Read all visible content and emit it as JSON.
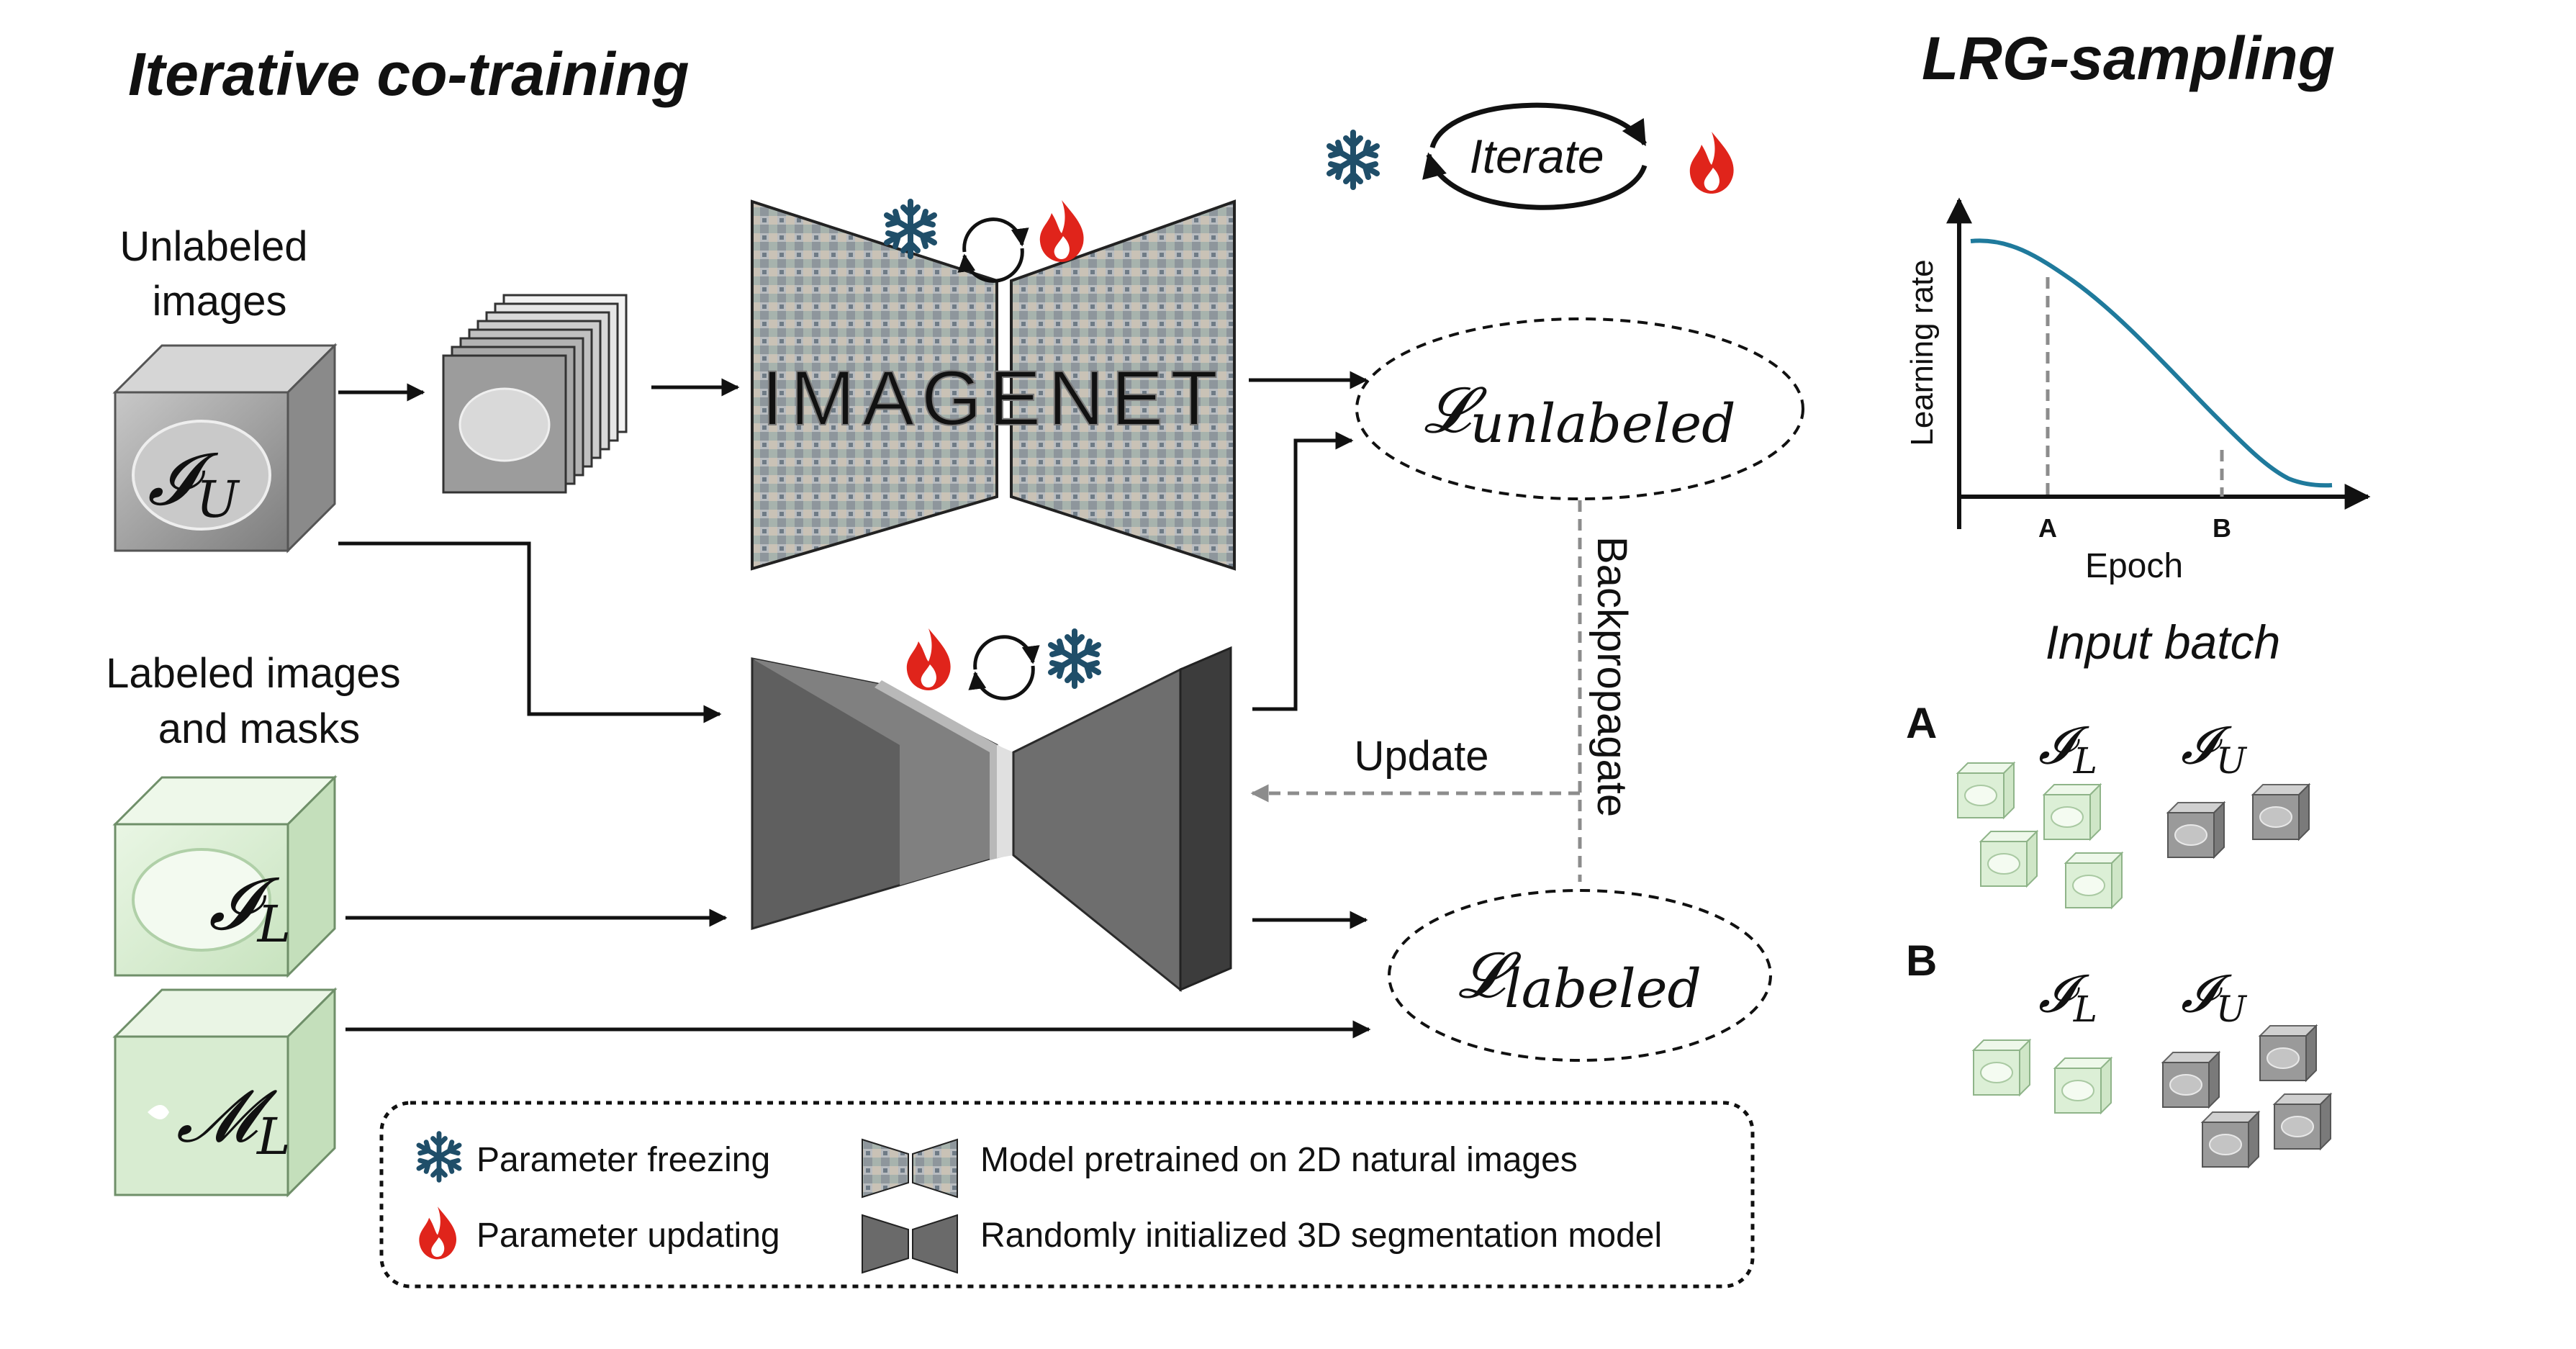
{
  "diagram": {
    "title_left": "Iterative co-training",
    "title_right": "LRG-sampling",
    "unlabeled_label_line1": "Unlabeled",
    "unlabeled_label_line2": "images",
    "labeled_label_line1": "Labeled images",
    "labeled_label_line2": "and masks",
    "iu_symbol": "𝓘",
    "iu_sub": "U",
    "il_symbol": "𝓘",
    "il_sub": "L",
    "ml_symbol": "𝓜",
    "ml_sub": "L",
    "iterate_label": "Iterate",
    "loss_symbol": "𝓛",
    "loss_unlabeled_sub": "unlabeled",
    "loss_labeled_sub": "labeled",
    "backpropagate_label": "Backpropagate",
    "update_label": "Update",
    "imagenet_text": "IMAGENET",
    "legend": {
      "freezing": "Parameter freezing",
      "updating": "Parameter updating",
      "pretrained": "Model pretrained on 2D natural images",
      "random_init": "Randomly initialized 3D segmentation model"
    },
    "lr_chart": {
      "ylabel": "Learning rate",
      "xlabel": "Epoch",
      "tick_a": "A",
      "tick_b": "B"
    },
    "input_batch_label": "Input batch",
    "batch_a": "A",
    "batch_b": "B",
    "colors": {
      "snowflake": "#1f4e69",
      "flame": "#e0241b",
      "curve": "#1f7a9c",
      "gray_text": "#8c8c8c",
      "green_face": "#dcefd6",
      "gray_face": "#9a9a9a"
    }
  }
}
